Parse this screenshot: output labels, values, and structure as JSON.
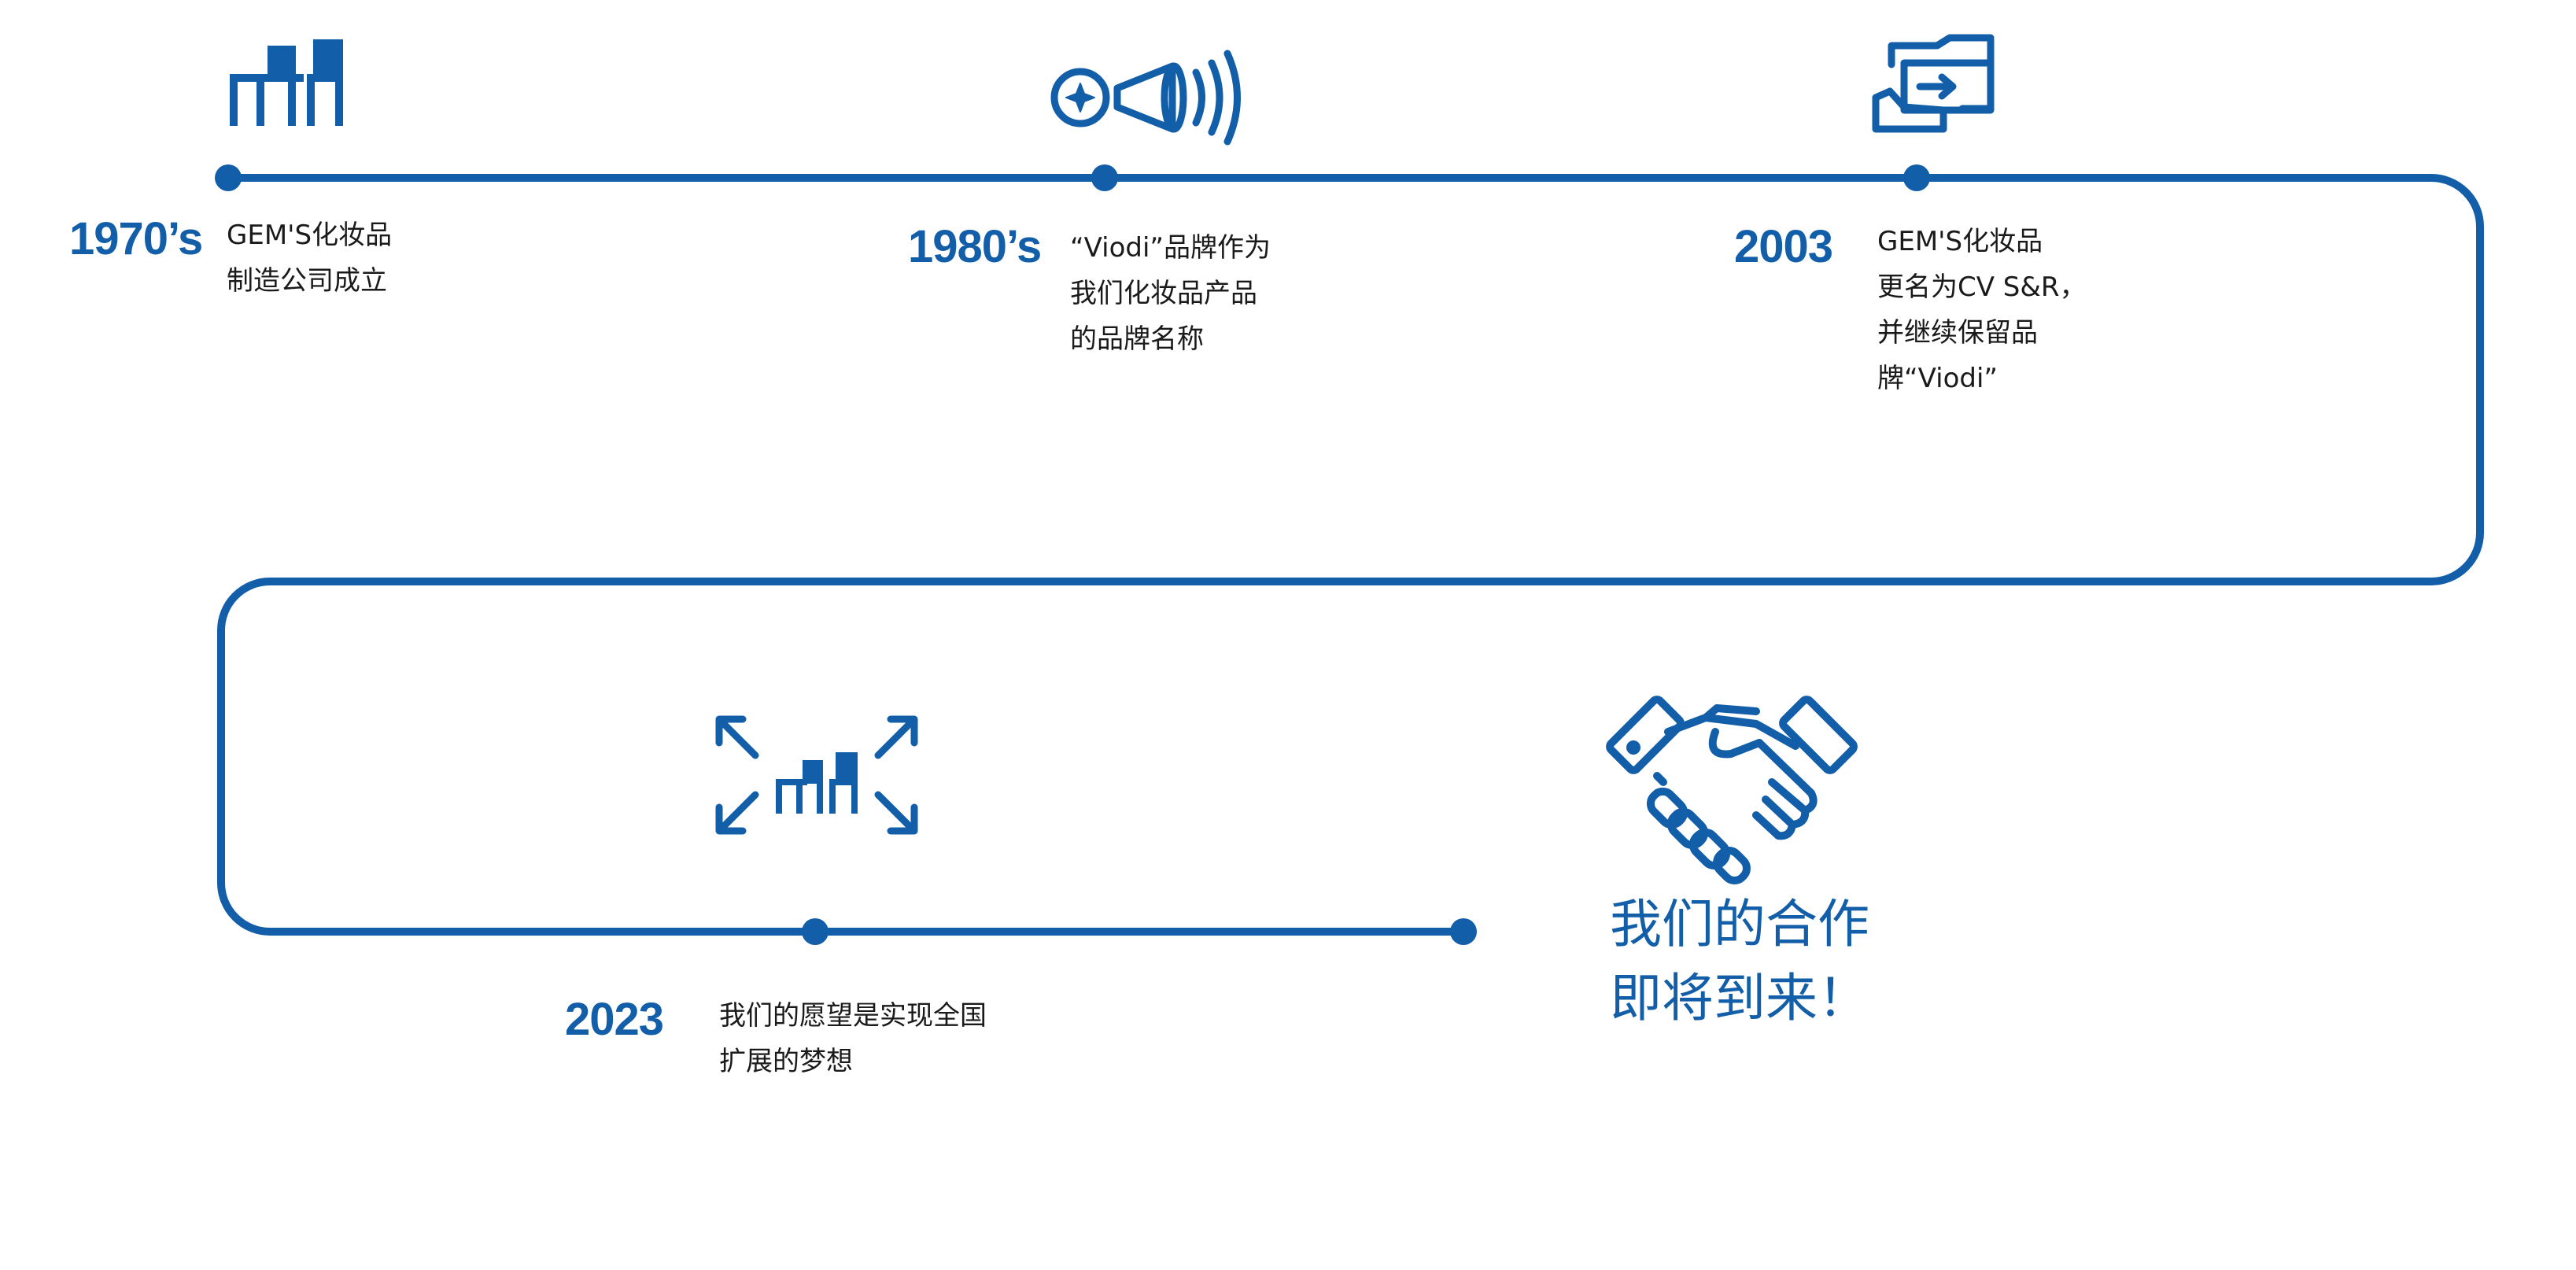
{
  "accent_color": "#135ea8",
  "milestones": [
    {
      "year": "1970’s",
      "lines": [
        "GEM'S化妆品",
        "制造公司成立"
      ],
      "icon": "factory-icon"
    },
    {
      "year": "1980’s",
      "lines": [
        "“Viodi”品牌作为",
        "我们化妆品产品",
        "的品牌名称"
      ],
      "icon": "megaphone-icon"
    },
    {
      "year": "2003",
      "lines": [
        "GEM'S化妆品",
        "更名为CV S&R，",
        "并继续保留品",
        "牌“Viodi”"
      ],
      "icon": "exchange-icon"
    },
    {
      "year": "2023",
      "lines": [
        "我们的愿望是实现全国",
        "扩展的梦想"
      ],
      "icon": "factory-expand-icon"
    }
  ],
  "closing": {
    "lines": [
      "我们的合作",
      "即将到来！"
    ],
    "icon": "handshake-icon"
  }
}
